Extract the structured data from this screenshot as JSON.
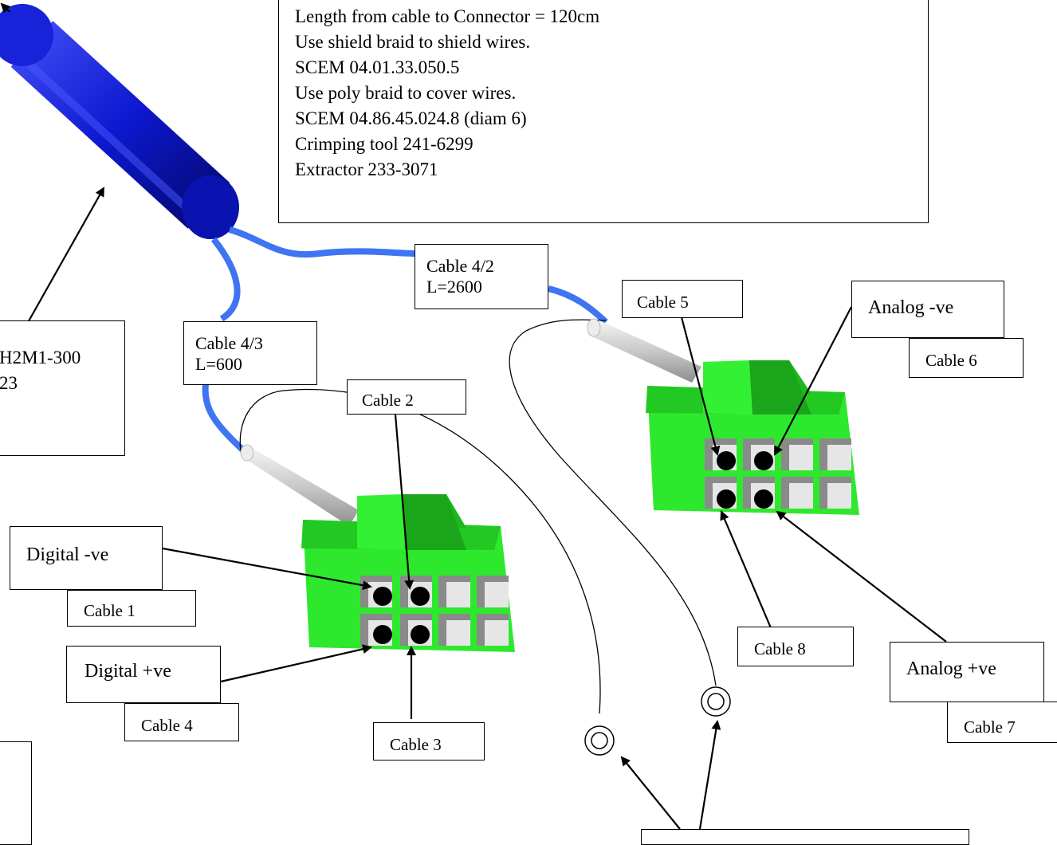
{
  "notes": [
    "Length from cable to Connector = 120cm",
    "Use shield braid to shield wires.",
    "SCEM 04.01.33.050.5",
    "Use poly braid to cover wires.",
    "SCEM 04.86.45.024.8 (diam 6)",
    "Crimping tool 241-6299",
    "Extractor 233-3071"
  ],
  "labels": {
    "cable_4_2": [
      "Cable 4/2",
      "L=2600"
    ],
    "cable_4_3": [
      "Cable 4/3",
      "L=600"
    ],
    "cable_info_partial": [
      "H2M1-300",
      "23"
    ],
    "cable_1": "Cable 1",
    "cable_2": "Cable 2",
    "cable_3": "Cable 3",
    "cable_4": "Cable 4",
    "cable_5": "Cable 5",
    "cable_6": "Cable 6",
    "cable_7": "Cable  7",
    "cable_8": "Cable 8",
    "digital_neg": "Digital -ve",
    "digital_pos": "Digital +ve",
    "analog_neg": "Analog -ve",
    "analog_pos": "Analog +ve"
  },
  "colors": {
    "main_cable": "#0a16c8",
    "branch_cable": "#3f74f2",
    "connector_green": "#2ee82e",
    "connector_dark": "#1ea81e",
    "pin_black": "#000000"
  }
}
